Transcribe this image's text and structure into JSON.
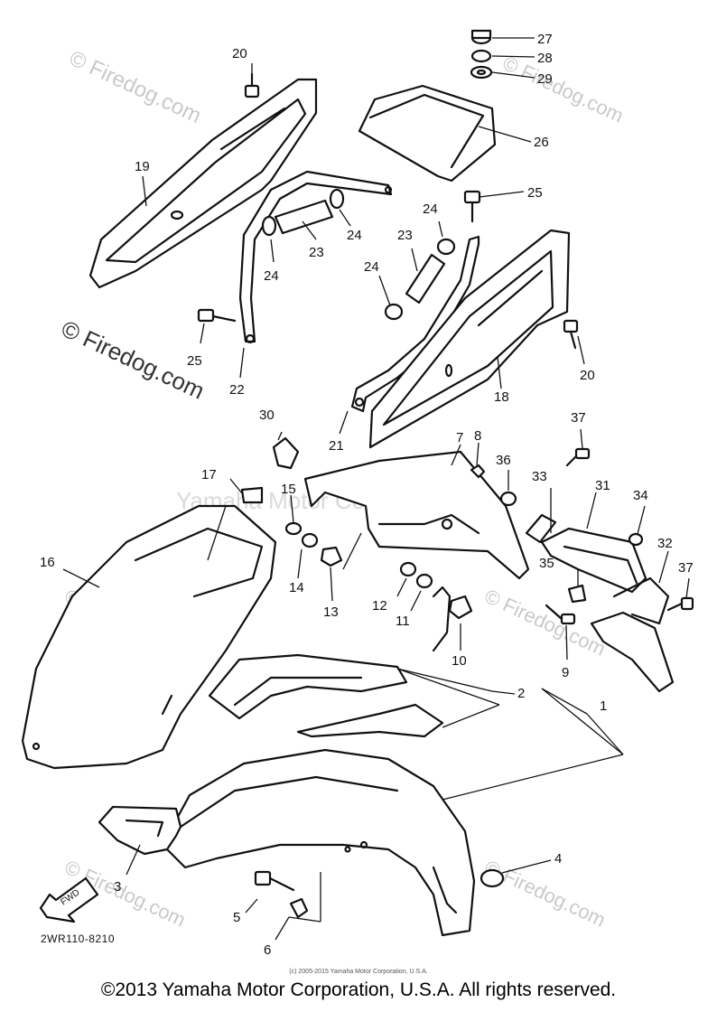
{
  "diagram": {
    "code": "2WR110-8210",
    "fwd_label": "FWD",
    "callouts": [
      "1",
      "2",
      "3",
      "4",
      "5",
      "6",
      "7",
      "8",
      "9",
      "10",
      "11",
      "12",
      "13",
      "14",
      "15",
      "16",
      "17",
      "18",
      "19",
      "20",
      "20",
      "21",
      "22",
      "23",
      "23",
      "24",
      "24",
      "24",
      "24",
      "25",
      "25",
      "26",
      "27",
      "28",
      "29",
      "30",
      "31",
      "32",
      "33",
      "34",
      "35",
      "36",
      "37",
      "37"
    ]
  },
  "watermarks": {
    "firedog": "© Firedog.com",
    "yamaha": "Yamaha Motor Corp., U.S.A."
  },
  "footer": {
    "small_credit": "(c) 2005-2015 Yamaha Motor Corporation, U.S.A.",
    "copyright": "©2013 Yamaha Motor Corporation, U.S.A. All rights reserved."
  }
}
